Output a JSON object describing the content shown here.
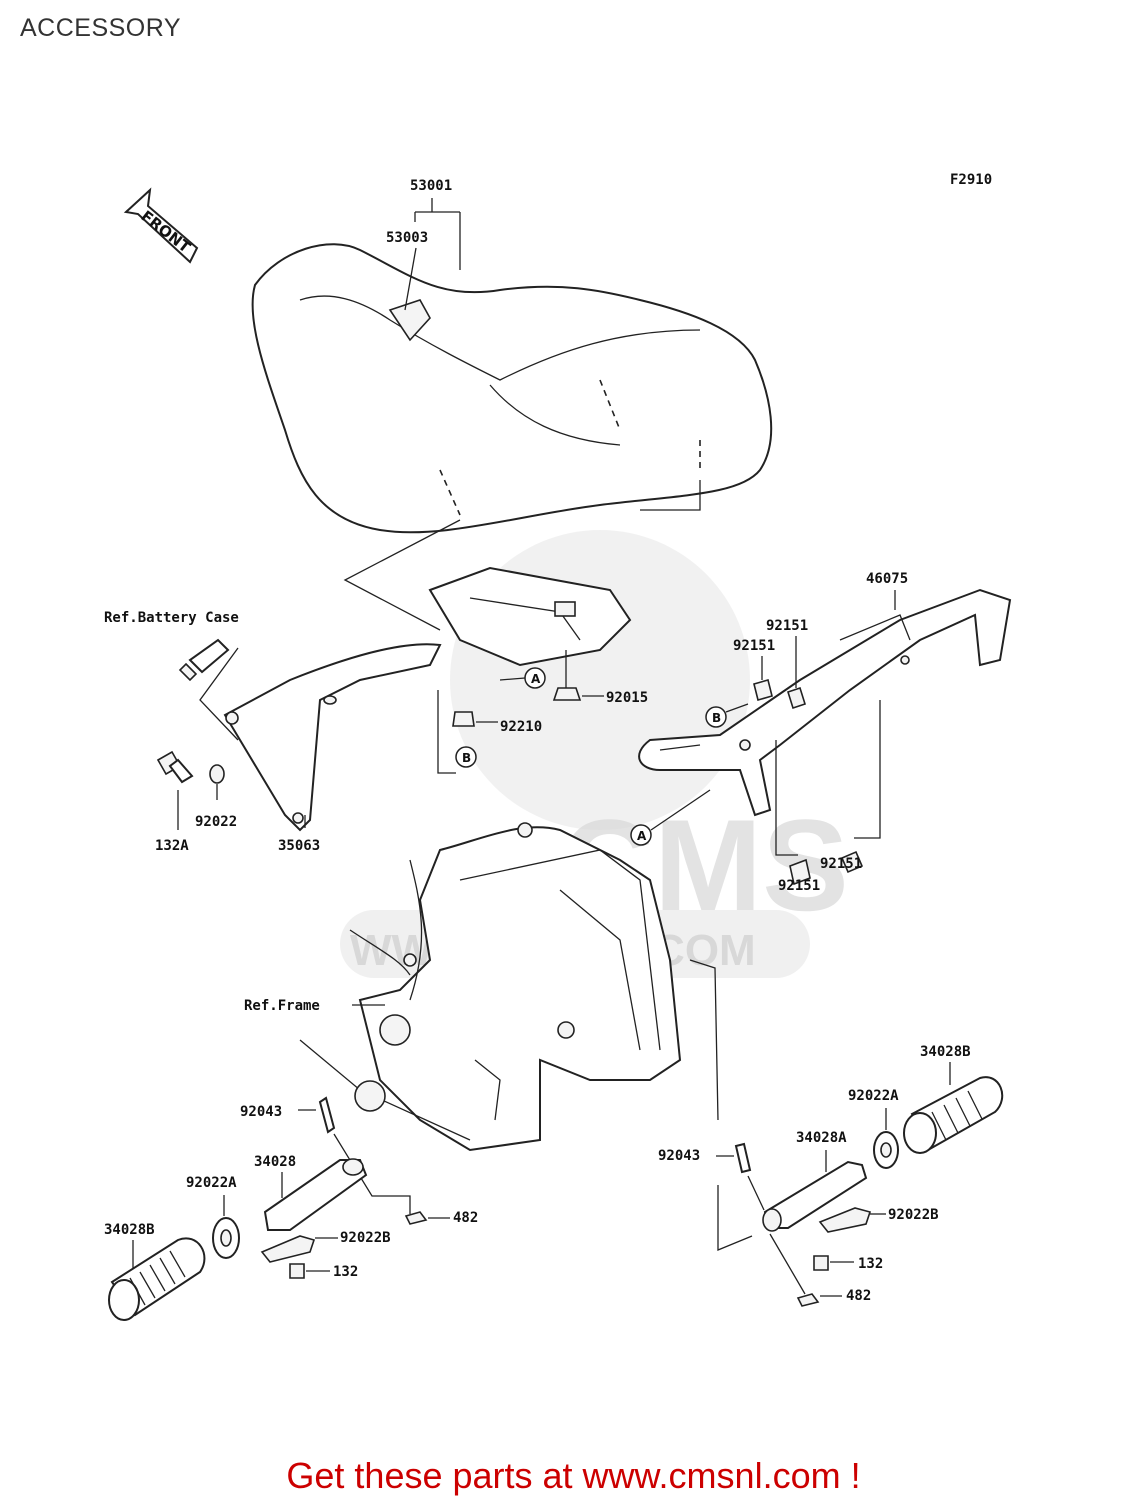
{
  "header": {
    "title": "ACCESSORY"
  },
  "diagram": {
    "figure_code": "F2910",
    "front_label": "FRONT",
    "watermark_url": "WWW.CMSNL.COM",
    "watermark_logo": "CMS",
    "callouts": {
      "seat_assy": "53001",
      "seat_label": "53003",
      "battery_ref": "Ref.Battery Case",
      "bolt_92015": "92015",
      "nut_92210": "92210",
      "bracket_35063": "35063",
      "washer_92022": "92022",
      "bolt_132a": "132A",
      "grip_bar": "46075",
      "bolt_92151_a": "92151",
      "bolt_92151_b": "92151",
      "bolt_92151_c": "92151",
      "bolt_92151_d": "92151",
      "frame_ref": "Ref.Frame",
      "pin_left": "92043",
      "peg_left": "34028",
      "washer_left": "92022A",
      "rubber_left": "34028B",
      "cotter_left": "482",
      "spring_left": "92022B",
      "bolt_left": "132",
      "rubber_right": "34028B",
      "washer_right": "92022A",
      "peg_right": "34028A",
      "pin_right": "92043",
      "spring_right": "92022B",
      "bolt_right": "132",
      "cotter_right": "482"
    },
    "refs": {
      "a": "A",
      "b": "B"
    }
  },
  "footer": {
    "text": "Get these parts at www.cmsnl.com !"
  }
}
